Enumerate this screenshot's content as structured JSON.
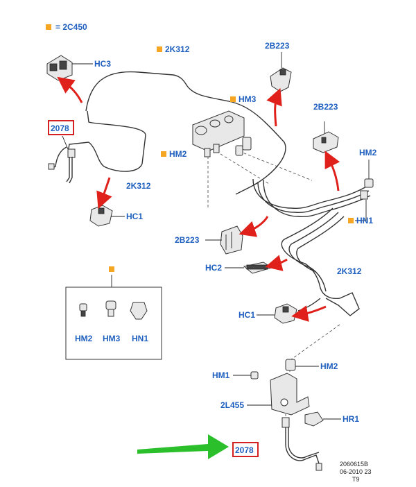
{
  "legend": {
    "swatch_color": "#f5a623",
    "text": "= 2C450"
  },
  "colors": {
    "label": "#1f5fbf",
    "arrow": "#e0201a",
    "callout": "#2bbf2b",
    "box": "#d32020"
  },
  "labels": {
    "hc3": "HC3",
    "k312_top": "2K312",
    "b223_top": "2B223",
    "hm3": "HM3",
    "b223_right": "2B223",
    "r2078_left": "2078",
    "hm2_left": "HM2",
    "hm2_right": "HM2",
    "k312_left": "2K312",
    "hn1_right": "HN1",
    "hc1_left": "HC1",
    "b223_mid": "2B223",
    "hc2": "HC2",
    "k312_right": "2K312",
    "hc1_mid": "HC1",
    "hm2_lower": "HM2",
    "hm1": "HM1",
    "l455": "2L455",
    "hr1": "HR1",
    "r2078_bottom": "2078"
  },
  "inset": {
    "items": [
      "HM2",
      "HM3",
      "HN1"
    ]
  },
  "footer": {
    "line1": "2060615B",
    "line2": "06-2010 23",
    "line3": "T9"
  }
}
